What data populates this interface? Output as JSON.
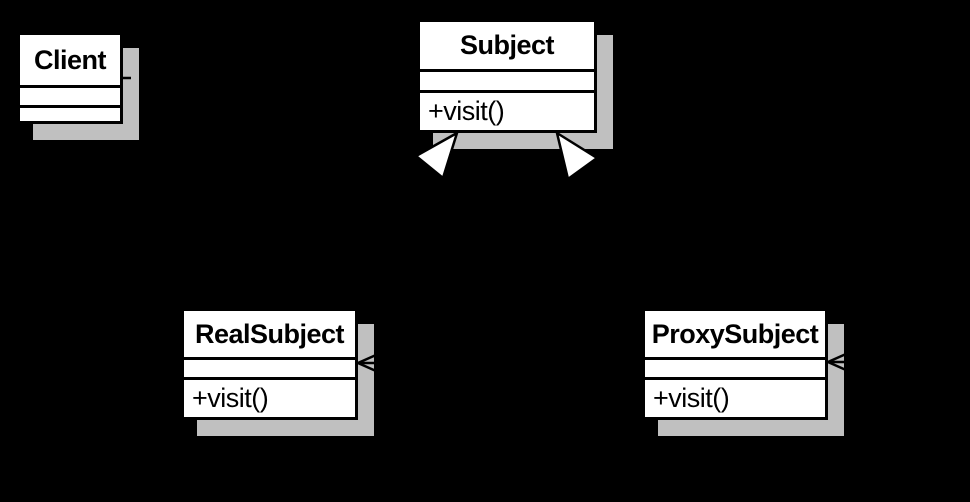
{
  "diagram": {
    "kind": "uml-class-diagram",
    "background_color": "#000000",
    "box_fill_color": "#ffffff",
    "box_border_color": "#000000",
    "shadow_color": "#c0c0c0",
    "line_color": "#000000",
    "classes": {
      "client": {
        "name": "Client",
        "attributes": "",
        "operations": ""
      },
      "subject": {
        "name": "Subject",
        "attributes": "",
        "operations": "+visit()"
      },
      "realsubject": {
        "name": "RealSubject",
        "attributes": "",
        "operations": "+visit()"
      },
      "proxysubject": {
        "name": "ProxySubject",
        "attributes": "",
        "operations": "+visit()"
      }
    },
    "relationships": [
      {
        "from": "Client",
        "to": "Subject",
        "type": "dashed line with open arrowhead at Subject left edge"
      },
      {
        "from": "RealSubject",
        "to": "Subject",
        "type": "generalization (hollow triangle at Subject bottom edge)"
      },
      {
        "from": "ProxySubject",
        "to": "Subject",
        "type": "generalization (hollow triangle at Subject bottom edge)"
      },
      {
        "from": "ProxySubject",
        "to": "RealSubject",
        "type": "line with open arrowhead at RealSubject right edge"
      },
      {
        "from": "off-canvas right",
        "to": "ProxySubject",
        "type": "line with open arrowhead at ProxySubject right edge"
      }
    ]
  }
}
